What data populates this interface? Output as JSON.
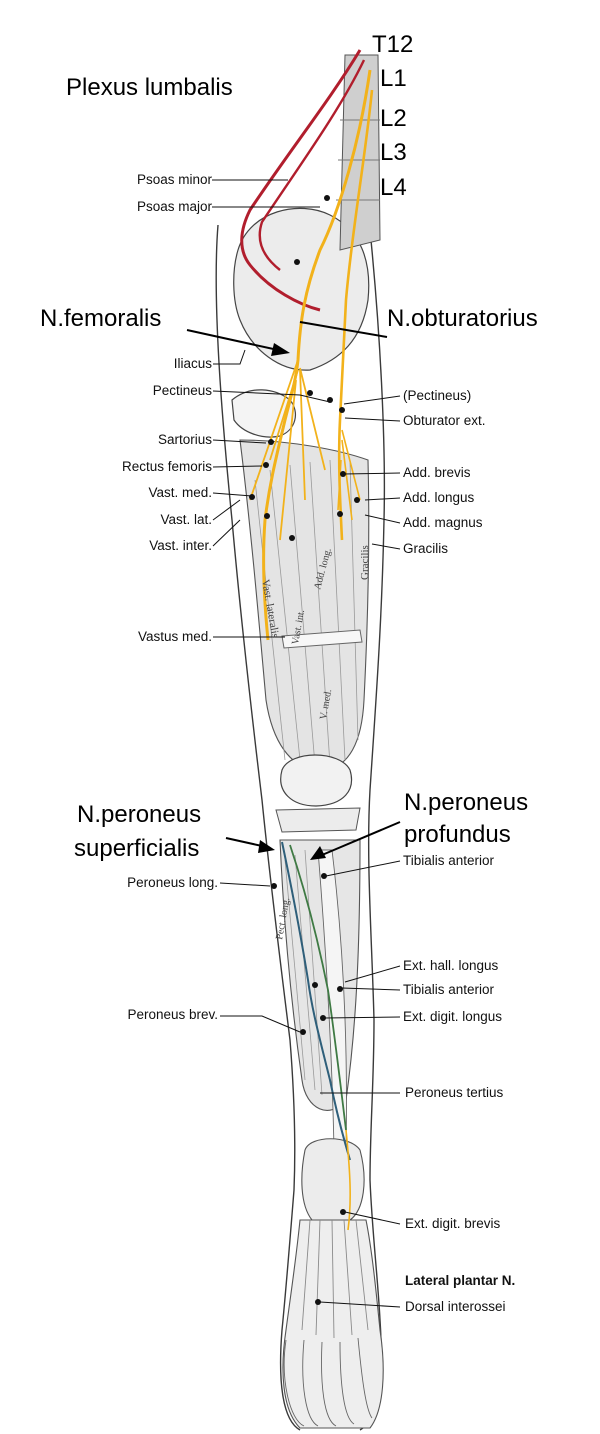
{
  "title": "Plexus lumbalis",
  "spinal_levels": [
    "T12",
    "L1",
    "L2",
    "L3",
    "L4"
  ],
  "nerves": {
    "femoralis": "N.femoralis",
    "obturatorius": "N.obturatorius",
    "peroneus_superficialis_1": "N.peroneus",
    "peroneus_superficialis_2": "superficialis",
    "peroneus_profundus_1": "N.peroneus",
    "peroneus_profundus_2": "profundus"
  },
  "left_labels": [
    "Psoas minor",
    "Psoas major",
    "Iliacus",
    "Pectineus",
    "Sartorius",
    "Rectus femoris",
    "Vast. med.",
    "Vast. lat.",
    "Vast. inter.",
    "Vastus med.",
    "Peroneus long.",
    "Peroneus brev."
  ],
  "right_labels": [
    "(Pectineus)",
    "Obturator ext.",
    "Add. brevis",
    "Add. longus",
    "Add. magnus",
    "Gracilis",
    "Tibialis anterior",
    "Ext. hall. longus",
    "Tibialis anterior",
    "Ext. digit. longus",
    "Peroneus tertius",
    "Ext. digit. brevis",
    "Lateral plantar N.",
    "Dorsal interossei"
  ],
  "muscle_inscriptions": [
    "Vast. lateralis",
    "Gracilis",
    "Vast. int.",
    "V. med.",
    "Add. long.",
    "Pect. long."
  ],
  "colors": {
    "nerve_yellow": "#f2b21b",
    "nerve_red": "#b11e2d",
    "nerve_blue": "#2f5f7a",
    "nerve_green": "#3f7a44",
    "outline": "#3a3a3a",
    "shade": "#d9d9d9"
  }
}
